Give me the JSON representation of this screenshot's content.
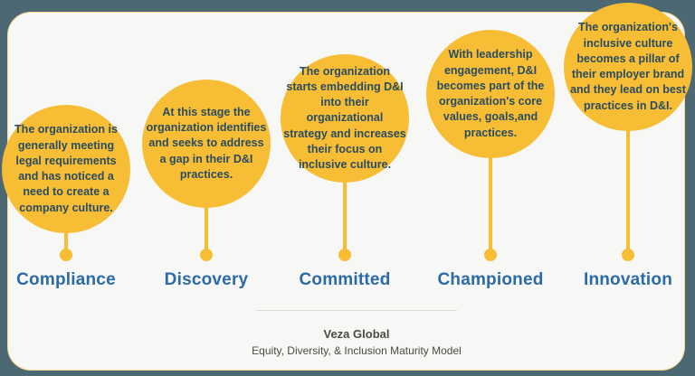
{
  "colors": {
    "background": "#4C6973",
    "card": "#F7F7F5",
    "accent_yellow": "#F7BD35",
    "bubble_text": "#2A4C61",
    "stage_label_blue": "#2B6AA9",
    "footer_text": "#4B4B45"
  },
  "stages": [
    {
      "label": "Compliance",
      "description": "The organization is generally meeting legal requirements and has noticed a need to create a company culture."
    },
    {
      "label": "Discovery",
      "description": "At this stage the organization identifies and seeks to address a gap in their D&I practices."
    },
    {
      "label": "Committed",
      "description": "The organization starts embedding D&I into their organizational strategy and increases their focus on inclusive culture."
    },
    {
      "label": "Championed",
      "description": "With leadership engagement, D&I becomes part of the organization's core values, goals,and practices."
    },
    {
      "label": "Innovation",
      "description": "The organization's inclusive culture becomes a pillar of their employer brand and they lead on best practices in D&I."
    }
  ],
  "footer": {
    "brand": "Veza Global",
    "subtitle": "Equity, Diversity, & Inclusion Maturity Model"
  }
}
